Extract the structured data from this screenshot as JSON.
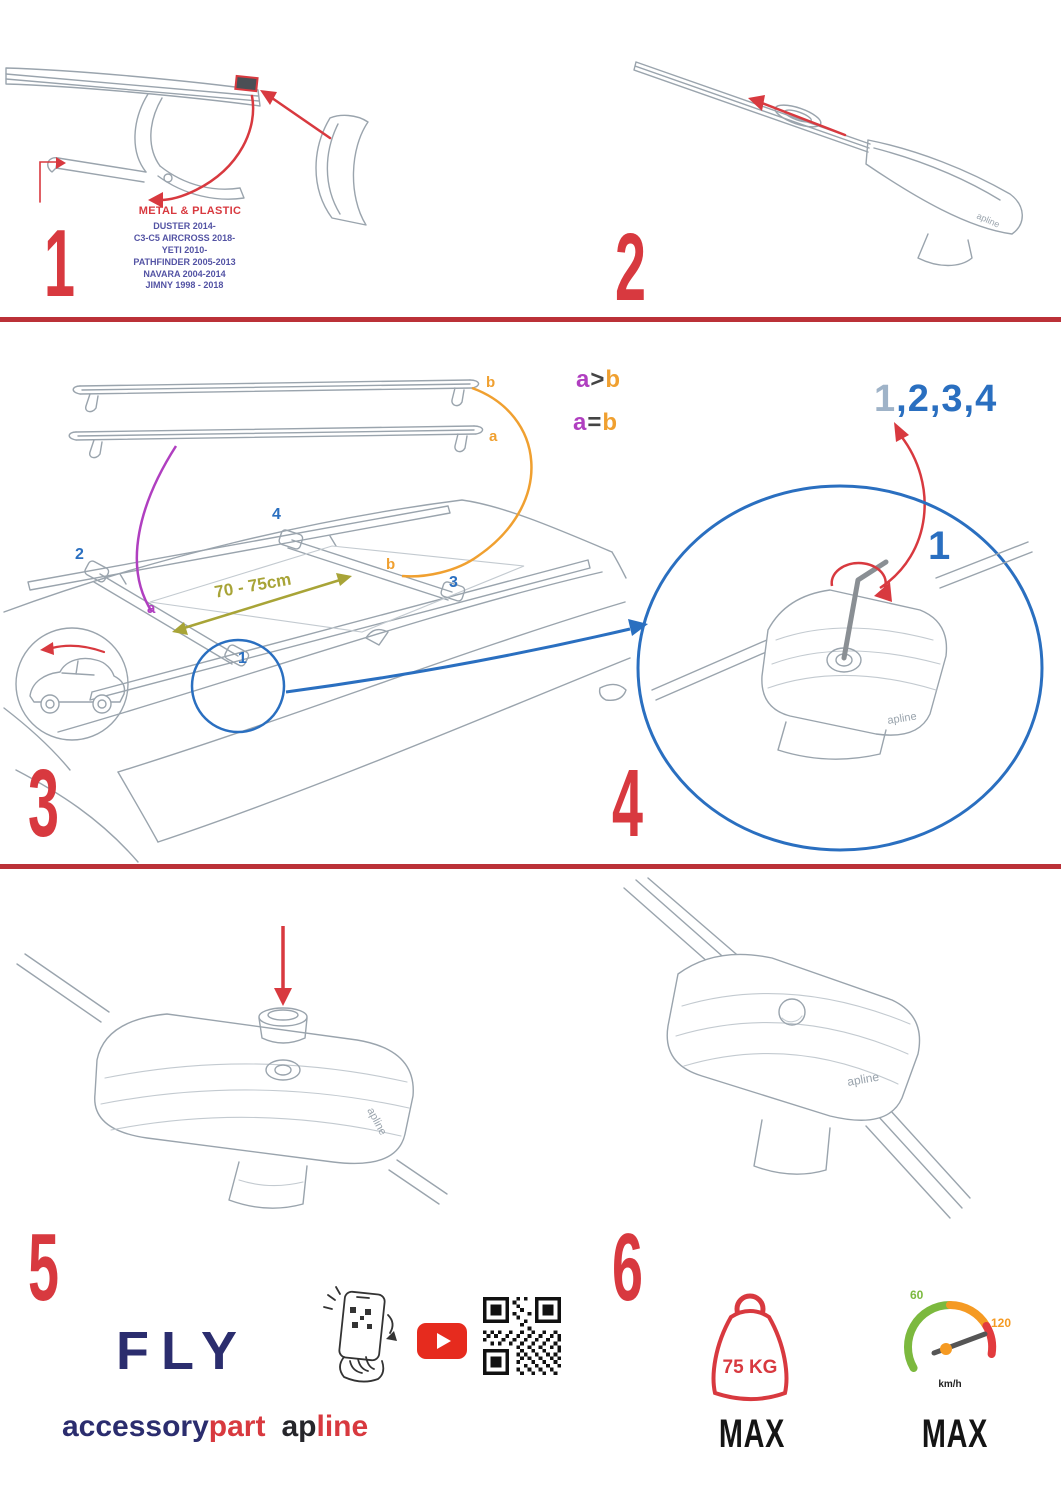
{
  "colors": {
    "red": "#d8393f",
    "blue": "#2a6fc0",
    "navy": "#2b2d6e",
    "purple": "#b03fc0",
    "orange": "#f0a030",
    "olive": "#a8a437",
    "green": "#7cb93e",
    "youtube_red": "#e62b1e",
    "black": "#141414"
  },
  "steps": {
    "s1": {
      "number": "1",
      "materials": "METAL & PLASTIC",
      "models": [
        "DUSTER 2014-",
        "C3-C5 AIRCROSS 2018-",
        "YETI 2010-",
        "PATHFINDER 2005-2013",
        "NAVARA 2004-2014",
        "JIMNY 1998 - 2018"
      ]
    },
    "s2": {
      "number": "2"
    },
    "s3": {
      "number": "3",
      "bar_label_top": "b",
      "bar_label_bottom": "a",
      "rule_gt": {
        "a": "a",
        "op": ">",
        "b": "b"
      },
      "rule_eq": {
        "a": "a",
        "op": "=",
        "b": "b"
      },
      "distance": "70 - 75cm",
      "positions": {
        "p1": "1",
        "p2": "2",
        "p3": "3",
        "p4": "4",
        "pa": "a",
        "pb": "b"
      }
    },
    "s4": {
      "number": "4",
      "sequence_first": "1",
      "sequence_rest": ",2,3,4",
      "torque_point": "1"
    },
    "s5": {
      "number": "5"
    },
    "s6": {
      "number": "6"
    }
  },
  "branding": {
    "product_name": "FLY",
    "brand_accessory": "accessory",
    "brand_part": "part",
    "brand_ap": "ap",
    "brand_line": "line",
    "logo_small": "apline"
  },
  "limits": {
    "weight_value": "75 KG",
    "weight_max": "MAX",
    "speed_low": "60",
    "speed_high": "120",
    "speed_unit": "km/h",
    "speed_max": "MAX"
  }
}
